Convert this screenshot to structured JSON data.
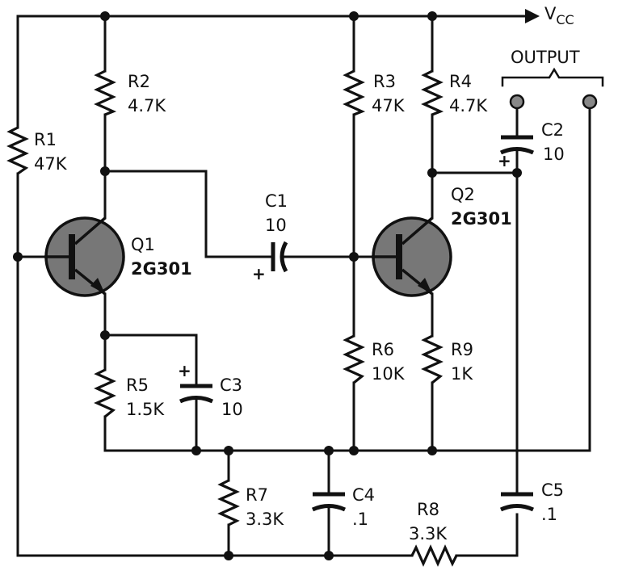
{
  "supply": {
    "label": "V",
    "subscript": "CC"
  },
  "output": {
    "label": "OUTPUT"
  },
  "components": {
    "R1": {
      "ref": "R1",
      "value": "47K"
    },
    "R2": {
      "ref": "R2",
      "value": "4.7K"
    },
    "R3": {
      "ref": "R3",
      "value": "47K"
    },
    "R4": {
      "ref": "R4",
      "value": "4.7K"
    },
    "R5": {
      "ref": "R5",
      "value": "1.5K"
    },
    "R6": {
      "ref": "R6",
      "value": "10K"
    },
    "R7": {
      "ref": "R7",
      "value": "3.3K"
    },
    "R8": {
      "ref": "R8",
      "value": "3.3K"
    },
    "R9": {
      "ref": "R9",
      "value": "1K"
    },
    "C1": {
      "ref": "C1",
      "value": "10",
      "polarity": "+"
    },
    "C2": {
      "ref": "C2",
      "value": "10",
      "polarity": "+"
    },
    "C3": {
      "ref": "C3",
      "value": "10",
      "polarity": "+"
    },
    "C4": {
      "ref": "C4",
      "value": ".1"
    },
    "C5": {
      "ref": "C5",
      "value": ".1"
    },
    "Q1": {
      "ref": "Q1",
      "part": "2G301"
    },
    "Q2": {
      "ref": "Q2",
      "part": "2G301"
    }
  }
}
